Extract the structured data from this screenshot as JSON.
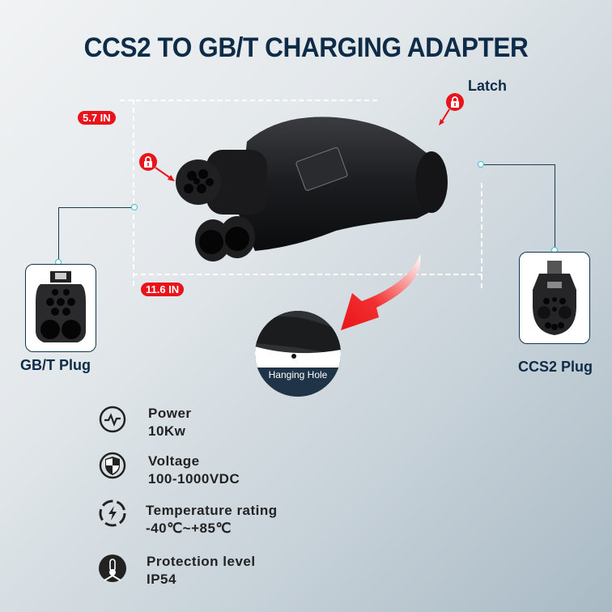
{
  "header": {
    "title": "CCS2 TO GB/T CHARGING ADAPTER"
  },
  "callouts": {
    "latch": "Latch",
    "hanging_hole": "Hanging Hole"
  },
  "dimensions": {
    "height": "5.7 IN",
    "length": "11.6 IN"
  },
  "plugs": {
    "gbt": {
      "label": "GB/T Plug"
    },
    "ccs2": {
      "label": "CCS2 Plug"
    }
  },
  "specs": [
    {
      "icon": "pulse-icon",
      "title": "Power",
      "value": "10Kw"
    },
    {
      "icon": "shield-icon",
      "title": "Voltage",
      "value": "100-1000VDC"
    },
    {
      "icon": "lightning-circle-icon",
      "title": "Temperature rating",
      "value": "-40℃~+85℃"
    },
    {
      "icon": "thermometer-icon",
      "title": "Protection level",
      "value": "IP54"
    }
  ],
  "colors": {
    "accent_red": "#e8141a",
    "navy": "#0e2c47",
    "connector_cyan": "#38c2d6"
  }
}
